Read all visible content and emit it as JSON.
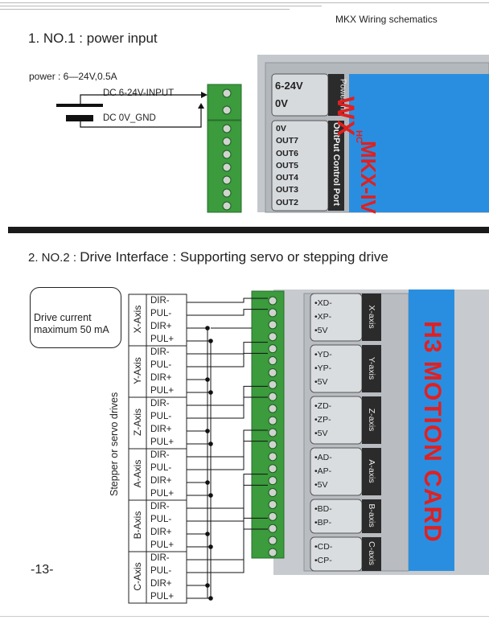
{
  "header": {
    "title": "MKX Wiring schematics"
  },
  "section1": {
    "title": "1. NO.1 : power input",
    "power_spec": "power : 6—24V,0.5A",
    "input_label": "DC 6-24V-INPUT",
    "gnd_label": "DC 0V_GND",
    "power_port": {
      "v_label": "6-24V",
      "zero_label": "0V",
      "side_label": "Power in"
    },
    "output_port": {
      "items": [
        "0V",
        "OUT7",
        "OUT6",
        "OUT5",
        "OUT4",
        "OUT3",
        "OUT2"
      ],
      "side_label": "OutPut Control Port"
    },
    "brand": {
      "logo": "WX",
      "sub": "HC",
      "model": "MKX-IV"
    }
  },
  "section2": {
    "title_prefix": "2. NO.2 : ",
    "title_main": "Drive Interface : Supporting servo or stepping drive",
    "drive_current_line1": "Drive current",
    "drive_current_line2": "maximum 50 mA",
    "vertical_label": "Stepper or servo drives",
    "card_label": "H3 MOTION CARD",
    "axes": [
      {
        "label": "X-Axis",
        "pins": [
          "DIR-",
          "PUL-",
          "DIR+",
          "PUL+"
        ],
        "card_pins": [
          "XD-",
          "XP-",
          "5V"
        ],
        "card_axis": "X-axis"
      },
      {
        "label": "Y-Axis",
        "pins": [
          "DIR-",
          "PUL-",
          "DIR+",
          "PUL+"
        ],
        "card_pins": [
          "YD-",
          "YP-",
          "5V"
        ],
        "card_axis": "Y-axis"
      },
      {
        "label": "Z-Axis",
        "pins": [
          "DIR-",
          "PUL-",
          "DIR+",
          "PUL+"
        ],
        "card_pins": [
          "ZD-",
          "ZP-",
          "5V"
        ],
        "card_axis": "Z-axis"
      },
      {
        "label": "A-Axis",
        "pins": [
          "DIR-",
          "PUL-",
          "DIR+",
          "PUL+"
        ],
        "card_pins": [
          "AD-",
          "AP-",
          "5V"
        ],
        "card_axis": "A-axis"
      },
      {
        "label": "B-Axis",
        "pins": [
          "DIR-",
          "PUL-",
          "DIR+",
          "PUL+"
        ],
        "card_pins": [
          "BD-",
          "BP-"
        ],
        "card_axis": "B-axis"
      },
      {
        "label": "C-Axis",
        "pins": [
          "DIR-",
          "PUL-",
          "DIR+",
          "PUL+"
        ],
        "card_pins": [
          "CD-",
          "CP-"
        ],
        "card_axis": "C-axis"
      }
    ]
  },
  "footer": {
    "page_number": "-13-"
  },
  "colors": {
    "terminal_green": "#3a9a3a",
    "card_blue": "#2a8ee0",
    "card_red": "#e02020",
    "board_gray": "#b8bcc0",
    "label_dark": "#2b2b2b"
  }
}
